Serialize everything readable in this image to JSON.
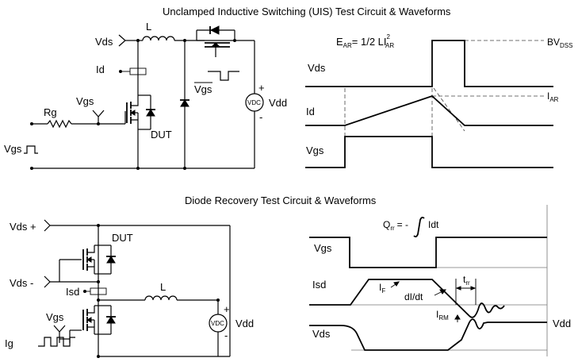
{
  "titles": {
    "uis": "Unclamped Inductive Switching (UIS) Test Circuit & Waveforms",
    "diode": "Diode Recovery Test Circuit & Waveforms"
  },
  "uis_circuit": {
    "vds": "Vds",
    "l": "L",
    "id": "Id",
    "vgs": "Vgs",
    "rg": "Rg",
    "dut": "DUT",
    "vgs_in": "Vgs",
    "vgs_bar": "Vgs",
    "plus": "+",
    "minus": "-",
    "vdc": "VDC",
    "vdd": "Vdd"
  },
  "uis_waveforms": {
    "ear_main": "E",
    "ear_sub": "AR",
    "ear_eq": "= 1/2 LI",
    "ear_sup": "2",
    "ear_sub2": "AR",
    "bvdss_main": "BV",
    "bvdss_sub": "DSS",
    "iar_main": "I",
    "iar_sub": "AR",
    "vds": "Vds",
    "id": "Id",
    "vgs": "Vgs"
  },
  "diode_circuit": {
    "vds_plus": "Vds +",
    "vds_minus": "Vds -",
    "dut": "DUT",
    "isd": "Isd",
    "l": "L",
    "vgs": "Vgs",
    "ig": "Ig",
    "plus": "+",
    "minus": "-",
    "vdc": "VDC",
    "vdd": "Vdd"
  },
  "diode_waveforms": {
    "qrr_main": "Q",
    "qrr_sub": "rr",
    "qrr_eq": "= -",
    "qrr_int": "Idt",
    "vgs": "Vgs",
    "isd": "Isd",
    "if_main": "I",
    "if_sub": "F",
    "didt": "dI/dt",
    "irm_main": "I",
    "irm_sub": "RM",
    "trr_main": "t",
    "trr_sub": "rr",
    "vds": "Vds",
    "vdd": "Vdd"
  }
}
